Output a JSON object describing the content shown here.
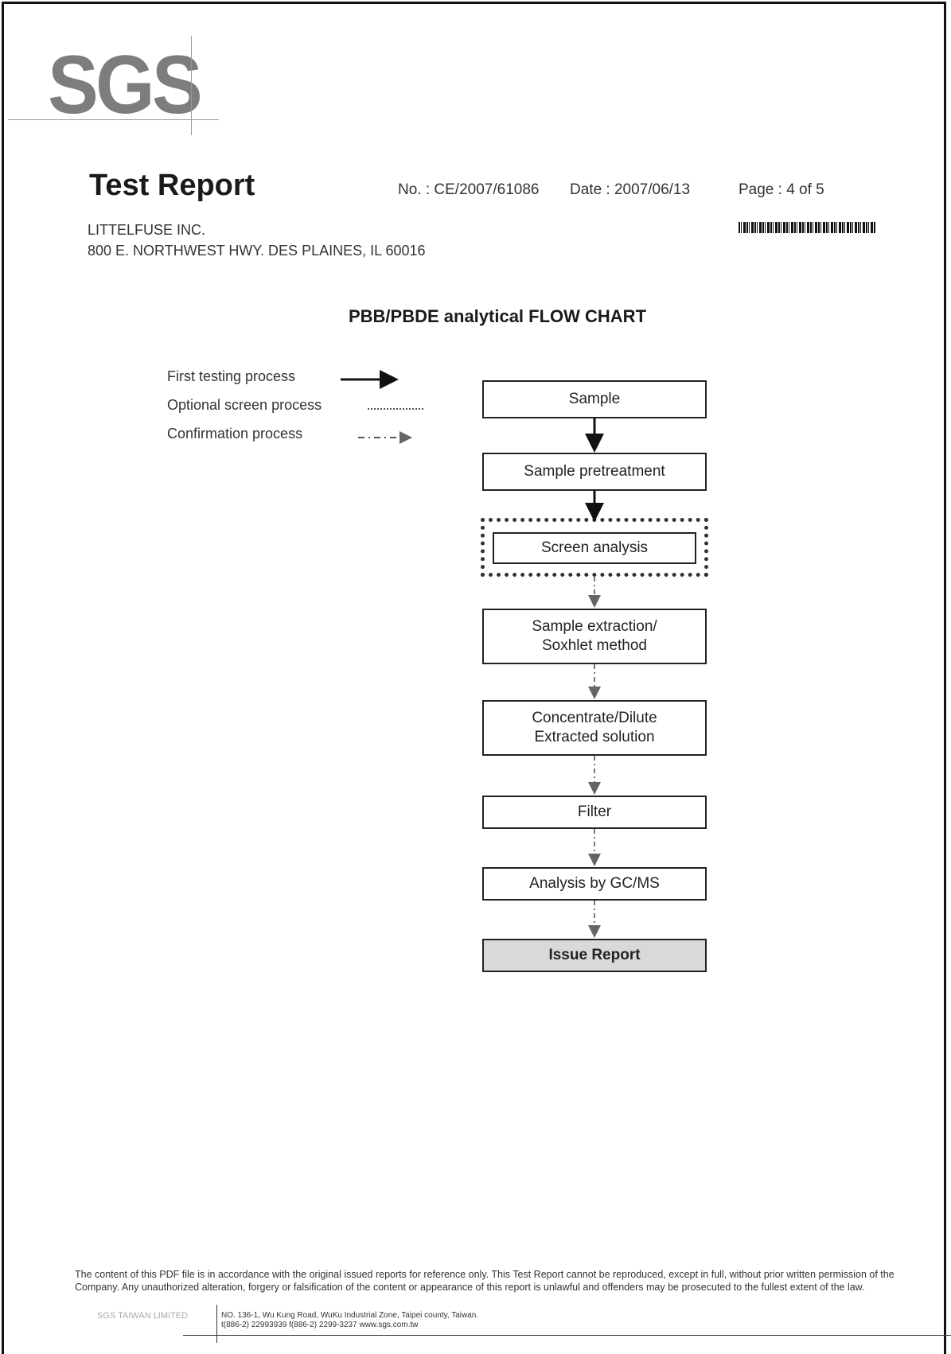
{
  "header": {
    "logo_text": "SGS",
    "title": "Test Report",
    "number": "No. : CE/2007/61086",
    "date": "Date : 2007/06/13",
    "page": "Page : 4 of 5"
  },
  "company": {
    "name": "LITTELFUSE INC.",
    "address": "800 E. NORTHWEST HWY. DES PLAINES, IL 60016"
  },
  "flowchart": {
    "title": "PBB/PBDE analytical FLOW CHART",
    "legend": [
      {
        "label": "First testing process",
        "line_style": "solid-arrow"
      },
      {
        "label": "Optional screen process",
        "line_style": "dotted"
      },
      {
        "label": "Confirmation process",
        "line_style": "dash-dot-arrow"
      }
    ],
    "steps": [
      {
        "label": "Sample"
      },
      {
        "label": "Sample pretreatment"
      },
      {
        "label": "Screen analysis"
      },
      {
        "label": "Sample extraction/\nSoxhlet method"
      },
      {
        "label": "Concentrate/Dilute\nExtracted solution"
      },
      {
        "label": "Filter"
      },
      {
        "label": "Analysis by GC/MS"
      },
      {
        "label": "Issue Report"
      }
    ]
  },
  "footer": {
    "disclaimer": "The content of this PDF file is in accordance with the original issued reports for reference only. This Test Report cannot be reproduced, except in full, without prior written permission of the Company. Any unauthorized alteration, forgery or falsification of the content or appearance of this report is unlawful and offenders may be prosecuted to the fullest extent of the law.",
    "company": "SGS TAIWAN LIMITED",
    "address_line1": "NO. 136-1, Wu Kung Road, WuKu Industrial Zone, Taipei county, Taiwan.",
    "address_line2": "t(886-2) 22993939 f(886-2) 2299-3237   www.sgs.com.tw"
  },
  "colors": {
    "logo_gray": "#7d7d7d",
    "final_box_fill": "#d9d9d9"
  }
}
